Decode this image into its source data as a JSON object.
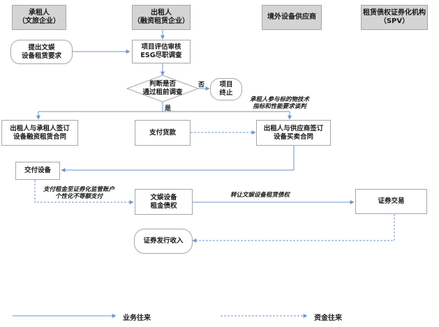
{
  "headers": {
    "lessee": [
      "承租人",
      "（文旅企业）"
    ],
    "lessor": [
      "出租人",
      "（融资租赁企业）"
    ],
    "supplier": [
      "境外设备供应商"
    ],
    "spv": [
      "租赁债权证券化机构",
      "（SPV）"
    ]
  },
  "nodes": {
    "request": [
      "提出文娱",
      "设备租赁要求"
    ],
    "evaluate": [
      "项目评估审核",
      "ESG尽职调查"
    ],
    "decision": [
      "判断是否",
      "通过租前调查"
    ],
    "terminate": [
      "项目",
      "终止"
    ],
    "lease_contract": [
      "出租人与承租人签订",
      "设备融资租赁合同"
    ],
    "pay": [
      "支付货款"
    ],
    "purchase_contract": [
      "出租人与供应商签订",
      "设备买卖合同"
    ],
    "deliver": [
      "交付设备"
    ],
    "claim": [
      "文娱设备",
      "租金债权"
    ],
    "trade": [
      "证券交易"
    ],
    "proceeds": [
      "证券发行收入"
    ]
  },
  "edge_labels": {
    "no": "否",
    "yes": "是",
    "negotiate": [
      "承租人参与标的物技术",
      "指标和性能要求谈判"
    ],
    "rent_pay": [
      "支付租金至证券化监管账户",
      "个性化不等额支付"
    ],
    "transfer": "转让文娱设备租赁债权"
  },
  "legend": {
    "business": "业务往来",
    "fund": "资金往来"
  },
  "colors": {
    "line": "#6f95c8",
    "header_fill": "#d4d4d4",
    "border": "#a6a6a6"
  }
}
